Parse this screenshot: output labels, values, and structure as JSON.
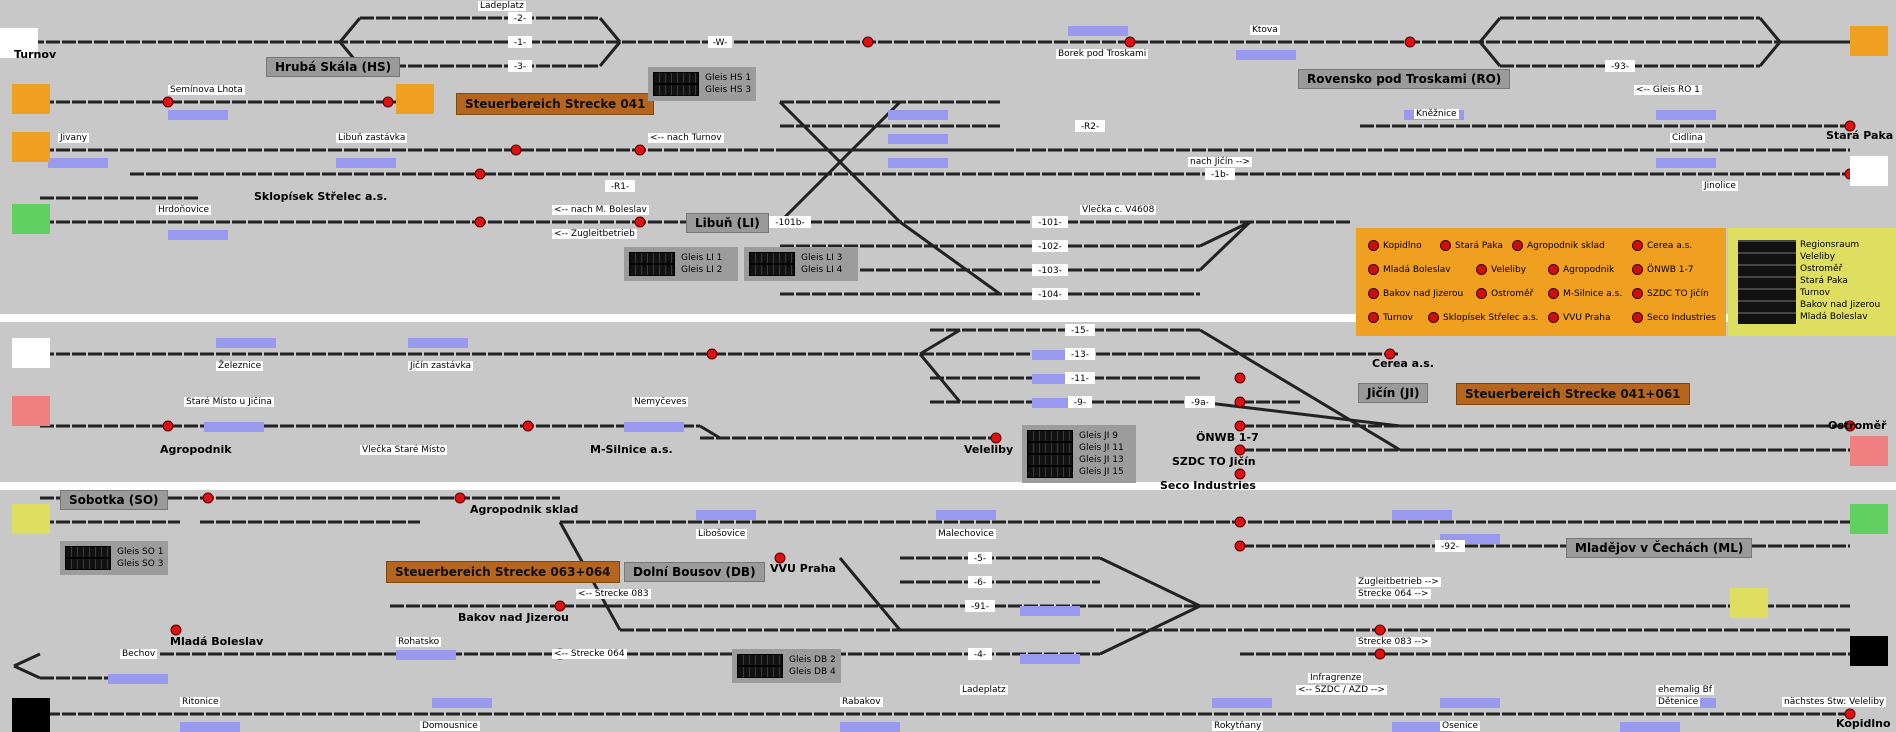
{
  "colors": {
    "background": "#c8c8c8",
    "track": "#222222",
    "platform": "#9999f0",
    "signal": "#dd1111",
    "zone": "#b5651d",
    "area": "#9a9a9a",
    "legend_bg": "#f0a020",
    "regional_bg": "#dede60",
    "occupied": "#f08080"
  },
  "areas": [
    {
      "id": "hs",
      "label": "Hrubá Skála (HS)"
    },
    {
      "id": "ro",
      "label": "Rovensko pod Troskami (RO)"
    },
    {
      "id": "li",
      "label": "Libuň (LI)"
    },
    {
      "id": "ji",
      "label": "Jičín (JI)"
    },
    {
      "id": "so",
      "label": "Sobotka (SO)"
    },
    {
      "id": "db",
      "label": "Dolní Bousov (DB)"
    },
    {
      "id": "ml",
      "label": "Mladějov v Čechách (ML)"
    }
  ],
  "zones": [
    {
      "id": "z041",
      "label": "Steuerbereich Strecke 041"
    },
    {
      "id": "z041061",
      "label": "Steuerbereich Strecke 041+061"
    },
    {
      "id": "z063064",
      "label": "Steuerbereich Strecke 063+064"
    }
  ],
  "station_labels": [
    {
      "id": "turnov",
      "label": "Turnov",
      "bold": true
    },
    {
      "id": "ladeplatz1",
      "label": "Ladeplatz",
      "bold": false
    },
    {
      "id": "borek",
      "label": "Borek pod Troskami",
      "bold": false
    },
    {
      "id": "ktova",
      "label": "Ktova",
      "bold": false
    },
    {
      "id": "seminova",
      "label": "Semínova Lhota",
      "bold": false
    },
    {
      "id": "jivany",
      "label": "Jivany",
      "bold": false
    },
    {
      "id": "libun_zast",
      "label": "Libuň zastávka",
      "bold": false
    },
    {
      "id": "nach_turnov",
      "label": "<-- nach Turnov",
      "bold": false
    },
    {
      "id": "kneznice",
      "label": "Kněžnice",
      "bold": false
    },
    {
      "id": "cidlina",
      "label": "Cidlina",
      "bold": false
    },
    {
      "id": "stara_paka",
      "label": "Stará Paka",
      "bold": true
    },
    {
      "id": "sklopisek",
      "label": "Sklopísek Střelec a.s.",
      "bold": true
    },
    {
      "id": "nach_mb",
      "label": "<-- nach M. Boleslav",
      "bold": false
    },
    {
      "id": "nach_jicin",
      "label": "nach Jičín -->",
      "bold": false
    },
    {
      "id": "jinolice",
      "label": "Jinolice",
      "bold": false
    },
    {
      "id": "hrdonovice",
      "label": "Hrdoňovice",
      "bold": false
    },
    {
      "id": "zugleit1",
      "label": "<-- Zugleitbetrieb",
      "bold": false
    },
    {
      "id": "vlecka",
      "label": "Vlečka c. V4608",
      "bold": false
    },
    {
      "id": "zeleznice",
      "label": "Železnice",
      "bold": false
    },
    {
      "id": "jicin_zast",
      "label": "Jičín zastávka",
      "bold": false
    },
    {
      "id": "cerea",
      "label": "Cerea a.s.",
      "bold": true
    },
    {
      "id": "stare_misto",
      "label": "Staré Místo u Jičína",
      "bold": false
    },
    {
      "id": "nemyceves",
      "label": "Nemyčeves",
      "bold": false
    },
    {
      "id": "agropodnik",
      "label": "Agropodnik",
      "bold": true
    },
    {
      "id": "vlecka_sm",
      "label": "Vlečka Staré Místo",
      "bold": false
    },
    {
      "id": "msilnice",
      "label": "M-Silnice a.s.",
      "bold": true
    },
    {
      "id": "veleliby",
      "label": "Veleliby",
      "bold": true
    },
    {
      "id": "onwb",
      "label": "ÖNWB 1-7",
      "bold": true
    },
    {
      "id": "szdc_to",
      "label": "SZDC TO Jičín",
      "bold": true
    },
    {
      "id": "seco",
      "label": "Seco Industries",
      "bold": true
    },
    {
      "id": "ostromer",
      "label": "Ostroměř",
      "bold": true
    },
    {
      "id": "agropodnik_sklad",
      "label": "Agropodnik sklad",
      "bold": true
    },
    {
      "id": "libosovice",
      "label": "Libošovice",
      "bold": false
    },
    {
      "id": "malechovice",
      "label": "Malechovice",
      "bold": false
    },
    {
      "id": "vvu",
      "label": "VVU Praha",
      "bold": true
    },
    {
      "id": "strecke083",
      "label": "<-- Strecke 083",
      "bold": false
    },
    {
      "id": "bakov",
      "label": "Bakov nad Jizerou",
      "bold": true
    },
    {
      "id": "zugleit2",
      "label": "Zugleitbetrieb -->",
      "bold": false
    },
    {
      "id": "strecke064r",
      "label": "Strecke 064 -->",
      "bold": false
    },
    {
      "id": "strecke083r",
      "label": "Strecke 083 -->",
      "bold": false
    },
    {
      "id": "mlada",
      "label": "Mladá Boleslav",
      "bold": true
    },
    {
      "id": "rohatsko",
      "label": "Rohatsko",
      "bold": false
    },
    {
      "id": "strecke064l",
      "label": "<-- Strecke 064",
      "bold": false
    },
    {
      "id": "bechov",
      "label": "Bechov",
      "bold": false
    },
    {
      "id": "infragrenze",
      "label": "Infragrenze",
      "bold": false
    },
    {
      "id": "szdc_azd",
      "label": "<-- SZDC / AZD -->",
      "bold": false
    },
    {
      "id": "ladeplatz2",
      "label": "Ladeplatz",
      "bold": false
    },
    {
      "id": "ritonice",
      "label": "Ritonice",
      "bold": false
    },
    {
      "id": "rabakov",
      "label": "Rabakov",
      "bold": false
    },
    {
      "id": "domousnice",
      "label": "Domousnice",
      "bold": false
    },
    {
      "id": "rokytnany",
      "label": "Rokytňany",
      "bold": false
    },
    {
      "id": "osenice",
      "label": "Osenice",
      "bold": false
    },
    {
      "id": "ehemalig",
      "label": "ehemalig Bf",
      "bold": false
    },
    {
      "id": "detenice",
      "label": "Dětenice",
      "bold": false
    },
    {
      "id": "nachstes",
      "label": "nächstes Stw: Veleliby",
      "bold": false
    },
    {
      "id": "kopidlno",
      "label": "Kopidlno",
      "bold": true
    },
    {
      "id": "gleis_ro1",
      "label": "<-- Gleis RO 1",
      "bold": false
    }
  ],
  "track_labels": [
    "-2-",
    "-1-",
    "-3-",
    "-W-",
    "-R2-",
    "-1b-",
    "-R1-",
    "-101b-",
    "-101-",
    "-102-",
    "-103-",
    "-104-",
    "-15-",
    "-13-",
    "-11-",
    "-9-",
    "-9a-",
    "-92-",
    "-91-",
    "-6-",
    "-5-",
    "-4-",
    "-93-"
  ],
  "gleis_panels": [
    {
      "id": "hs",
      "lines": [
        "Gleis HS 1",
        "Gleis HS 3"
      ]
    },
    {
      "id": "li1",
      "lines": [
        "Gleis LI 1",
        "Gleis LI 2"
      ]
    },
    {
      "id": "li2",
      "lines": [
        "Gleis LI 3",
        "Gleis LI 4"
      ]
    },
    {
      "id": "ji",
      "lines": [
        "Gleis JI 9",
        "Gleis JI 11",
        "Gleis JI 13",
        "Gleis JI 15"
      ]
    },
    {
      "id": "so",
      "lines": [
        "Gleis SO 1",
        "Gleis SO 3"
      ]
    },
    {
      "id": "db",
      "lines": [
        "Gleis DB 2",
        "Gleis DB 4"
      ]
    }
  ],
  "legend": [
    "Kopidlno",
    "Stará Paka",
    "Agropodnik sklad",
    "Cerea a.s.",
    "Mladá Boleslav",
    "Veleliby",
    "Agropodnik",
    "ÖNWB 1-7",
    "Bakov nad Jizerou",
    "Ostroměř",
    "M-Silnice a.s.",
    "SZDC TO Jičín",
    "Turnov",
    "Sklopísek Střelec a.s.",
    "VVU Praha",
    "Seco Industries"
  ],
  "regional": [
    "Regionsraum",
    "Veleliby",
    "Ostroměř",
    "Stará Paka",
    "Turnov",
    "Bakov nad Jizerou",
    "Mladá Boleslav"
  ]
}
